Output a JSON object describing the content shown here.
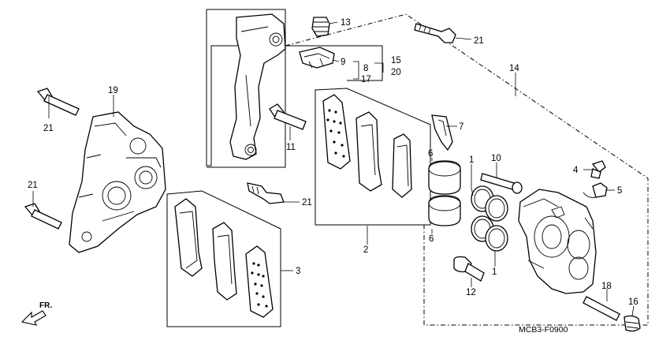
{
  "diagram": {
    "code": "MCB3-F0900",
    "direction_label": "FR.",
    "callouts": {
      "c1a": "1",
      "c1b": "1",
      "c2": "2",
      "c3": "3",
      "c4": "4",
      "c5": "5",
      "c6a": "6",
      "c6b": "6",
      "c7": "7",
      "c8": "8",
      "c9": "9",
      "c10": "10",
      "c11": "11",
      "c12": "12",
      "c13": "13",
      "c14": "14",
      "c15": "15",
      "c16": "16",
      "c17": "17",
      "c18": "18",
      "c19": "19",
      "c20": "20",
      "c21a": "21",
      "c21b": "21",
      "c21c": "21",
      "c21d": "21"
    }
  }
}
